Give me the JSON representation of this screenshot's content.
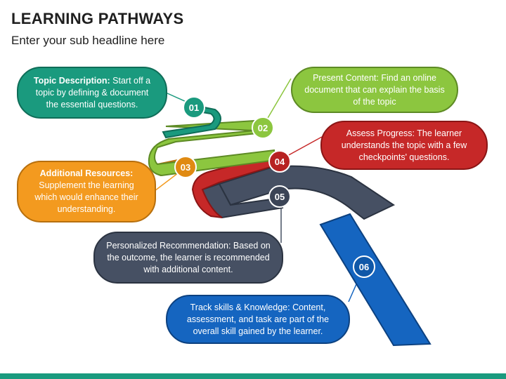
{
  "header": {
    "title": "LEARNING PATHWAYS",
    "subtitle": "Enter your sub headline here"
  },
  "steps": [
    {
      "number": "01",
      "title": "Topic Description",
      "text": "Start off a topic by defining & document the essential questions.",
      "color": "#1a9a7e"
    },
    {
      "number": "02",
      "title": "Present Content",
      "text": "Find an online document that can explain the basis of the topic",
      "color": "#8cc63f"
    },
    {
      "number": "03",
      "title": "Additional Resources",
      "text": "Supplement the learning which would enhance their understanding.",
      "color": "#f39a1f"
    },
    {
      "number": "04",
      "title": "Assess Progress",
      "text": "The learner understands the topic with a few checkpoints' questions.",
      "color": "#c62828"
    },
    {
      "number": "05",
      "title": "Personalized Recommendation",
      "text": "Based on the outcome, the learner is recommended with additional content.",
      "color": "#465063"
    },
    {
      "number": "06",
      "title": "Track skills & Knowledge",
      "text": "Content, assessment, and task are part of the overall skill gained by the learner.",
      "color": "#1565c0"
    }
  ],
  "footer": {
    "bar_color": "#1a9a7e"
  }
}
